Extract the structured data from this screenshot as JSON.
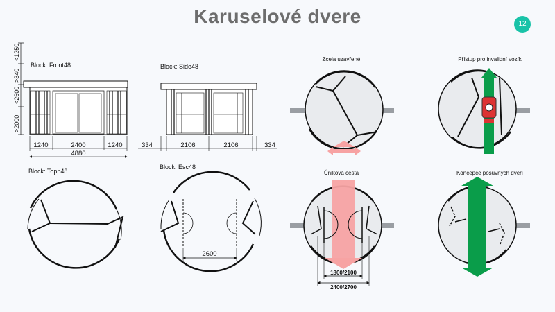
{
  "slide": {
    "title": "Karuselové dvere",
    "page_number": "12"
  },
  "drawings": {
    "front": {
      "label": "Block:  Front48",
      "widths": [
        "1240",
        "2400",
        "1240"
      ],
      "total": "4880",
      "heights": [
        "<1250",
        ">340",
        "<2600",
        ">2000"
      ]
    },
    "side": {
      "label": "Block:  Side48",
      "widths": [
        "334",
        "2106",
        "2106",
        "334"
      ]
    },
    "top": {
      "label": "Block:  Topp48"
    },
    "esc": {
      "label": "Block:  Esc48",
      "width": "2600"
    }
  },
  "diagrams": {
    "closed": {
      "caption": "Zcela uzavřené"
    },
    "wheelchair": {
      "caption": "Přístup pro invalidní vozík"
    },
    "escape": {
      "caption": "Úniková cesta",
      "dim_inner": "1800/2100",
      "dim_outer": "2400/2700"
    },
    "sliding": {
      "caption": "Koncepce posuvných dveří"
    }
  },
  "colors": {
    "accent": "#19c3a8",
    "green_arrow": "#0a9d4a",
    "pink_arrow": "#f7a3a3",
    "circle_fill": "#e9ebee",
    "wall": "#9a9ea3"
  }
}
